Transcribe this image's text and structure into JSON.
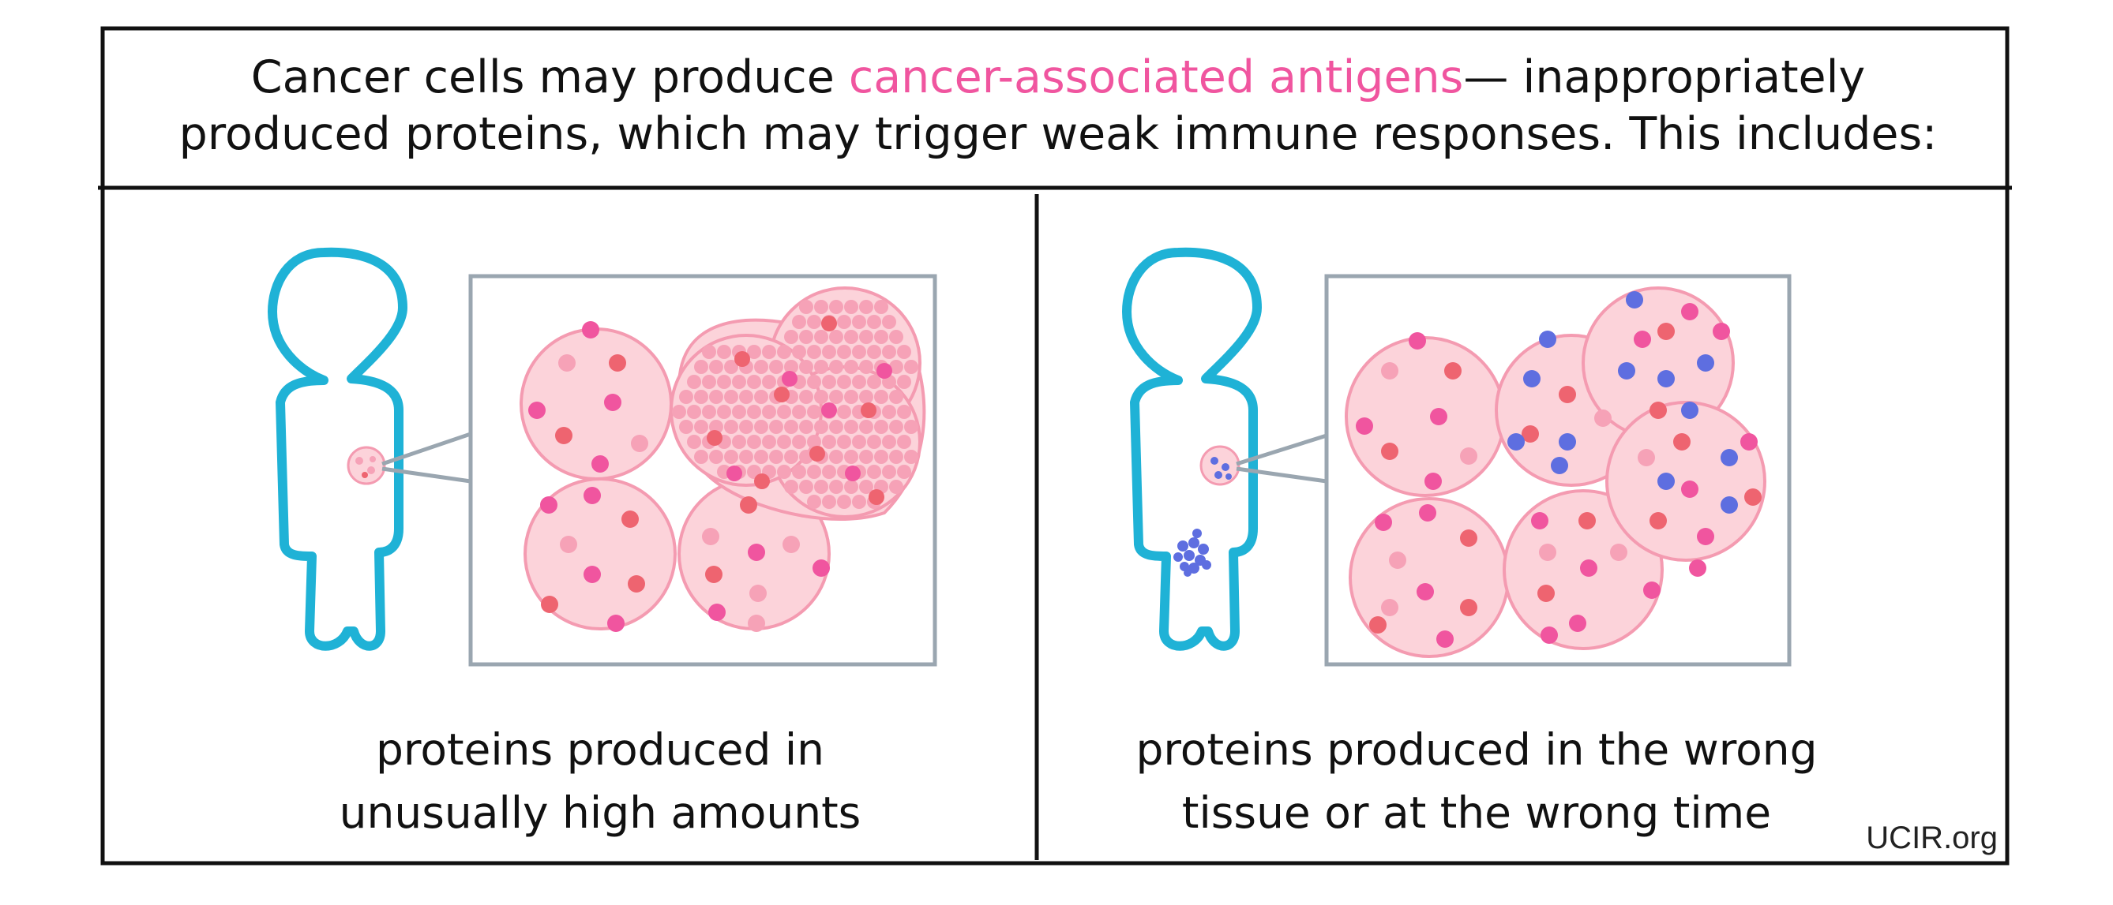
{
  "header": {
    "line1_pre": "Cancer cells may produce ",
    "line1_highlight": "cancer-associated antigens",
    "line1_post": "— inappropriately",
    "line2": "produced proteins, which may trigger weak immune responses. This includes:"
  },
  "panels": [
    {
      "caption_line1": "proteins produced in",
      "caption_line2": "unusually high amounts"
    },
    {
      "caption_line1": "proteins produced in the wrong",
      "caption_line2": "tissue or at the wrong time"
    }
  ],
  "credit": "UCIR.org",
  "colors": {
    "body_outline": "#1fb2d6",
    "cell_fill": "#fcd3da",
    "cell_stroke": "#f49bb1",
    "dot_pink": "#f0559f",
    "dot_red": "#ee6470",
    "dot_light": "#f6a2b7",
    "dot_blue": "#5e6ee0",
    "zoom_box": "#9aa6b0",
    "highlight": "#f0559f"
  }
}
